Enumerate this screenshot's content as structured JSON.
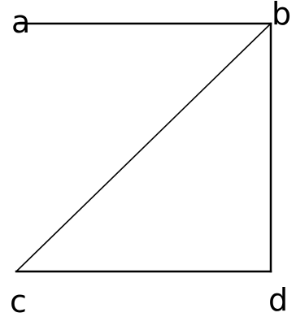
{
  "diagram": {
    "vertices": {
      "a": "a",
      "b": "b",
      "c": "c",
      "d": "d"
    },
    "segments": [
      "a-b",
      "b-d",
      "c-d",
      "c-b"
    ],
    "line_color": "#000000",
    "background_color": "#ffffff"
  }
}
